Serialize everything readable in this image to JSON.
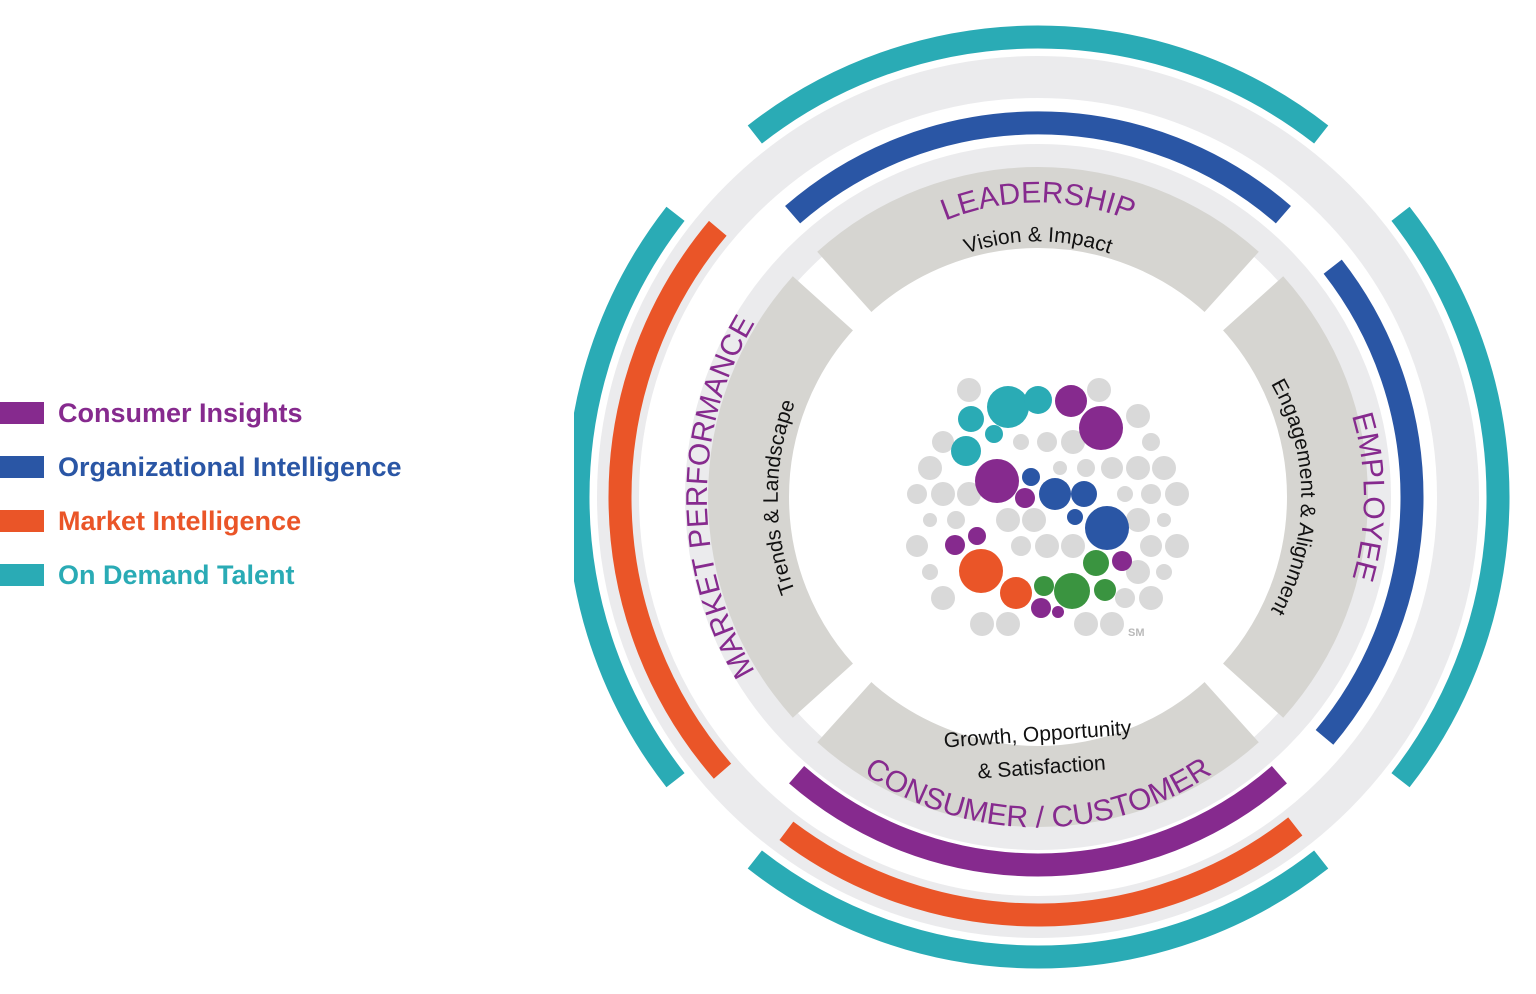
{
  "legend": [
    {
      "label": "Consumer Insights",
      "color": "#862a8e"
    },
    {
      "label": "Organizational Intelligence",
      "color": "#2a56a5"
    },
    {
      "label": "Market Intelligence",
      "color": "#ea5528"
    },
    {
      "label": "On Demand Talent",
      "color": "#2aabb5"
    }
  ],
  "segments": {
    "leadership": {
      "title": "LEADERSHIP",
      "subtitle": "Vision & Impact"
    },
    "employee": {
      "title": "EMPLOYEE",
      "subtitle": "Engagement & Alignment"
    },
    "consumer": {
      "title": "CONSUMER / CUSTOMER",
      "subtitle_line1": "Growth, Opportunity",
      "subtitle_line2": "& Satisfaction"
    },
    "market": {
      "title": "MARKET PERFORMANCE",
      "subtitle": "Trends & Landscape"
    }
  },
  "logo": {
    "mark": "SM"
  },
  "colors": {
    "purple": "#862a8e",
    "blue": "#2a56a5",
    "orange": "#ea5528",
    "teal": "#2aabb5",
    "segment_gray": "#d6d5d1",
    "band_gray": "#ebebed",
    "dot_gray": "#d9d9d9",
    "green": "#3a9440"
  }
}
